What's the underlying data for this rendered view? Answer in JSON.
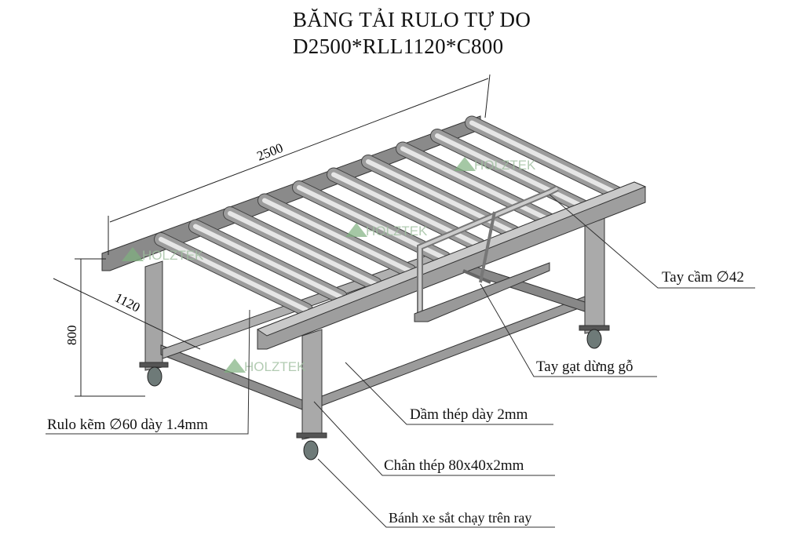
{
  "title": {
    "line1": "BĂNG TẢI RULO TỰ DO",
    "line2": "D2500*RLL1120*C800"
  },
  "dimensions": {
    "length": "2500",
    "width": "1120",
    "height": "800"
  },
  "labels": {
    "handle": "Tay cầm ∅42",
    "stop_lever": "Tay gạt dừng gỗ",
    "beam": "Dầm thép dày 2mm",
    "leg": "Chân thép 80x40x2mm",
    "wheel": "Bánh xe sắt chạy trên ray",
    "roller": "Rulo kẽm ∅60 dày 1.4mm"
  },
  "watermark": "HOLZTEK",
  "colors": {
    "steel": "#9a9a9a",
    "steel_dark": "#5e5e5e",
    "watermark": "#7fb07f"
  }
}
